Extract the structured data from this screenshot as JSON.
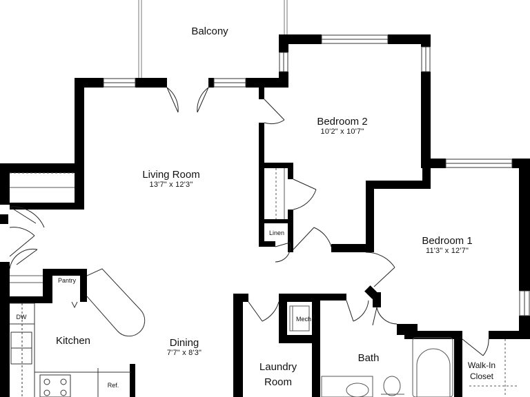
{
  "rooms": {
    "balcony": {
      "name": "Balcony"
    },
    "bedroom2": {
      "name": "Bedroom 2",
      "dims": "10'2\" x 10'7\""
    },
    "living": {
      "name": "Living Room",
      "dims": "13'7\" x 12'3\""
    },
    "bedroom1": {
      "name": "Bedroom 1",
      "dims": "11'3\" x 12'7\""
    },
    "kitchen": {
      "name": "Kitchen"
    },
    "dining": {
      "name": "Dining",
      "dims": "7'7\" x 8'3\""
    },
    "laundry": {
      "name": "Laundry Room"
    },
    "bath": {
      "name": "Bath"
    },
    "walkin": {
      "name": "Walk-In Closet"
    }
  },
  "fixtures": {
    "linen": "Linen",
    "pantry": "Pantry",
    "mech": "Mech",
    "dw": "DW",
    "ref": "Ref."
  },
  "colors": {
    "wall": "#000000",
    "fixture": "#555555",
    "background": "#ffffff"
  }
}
